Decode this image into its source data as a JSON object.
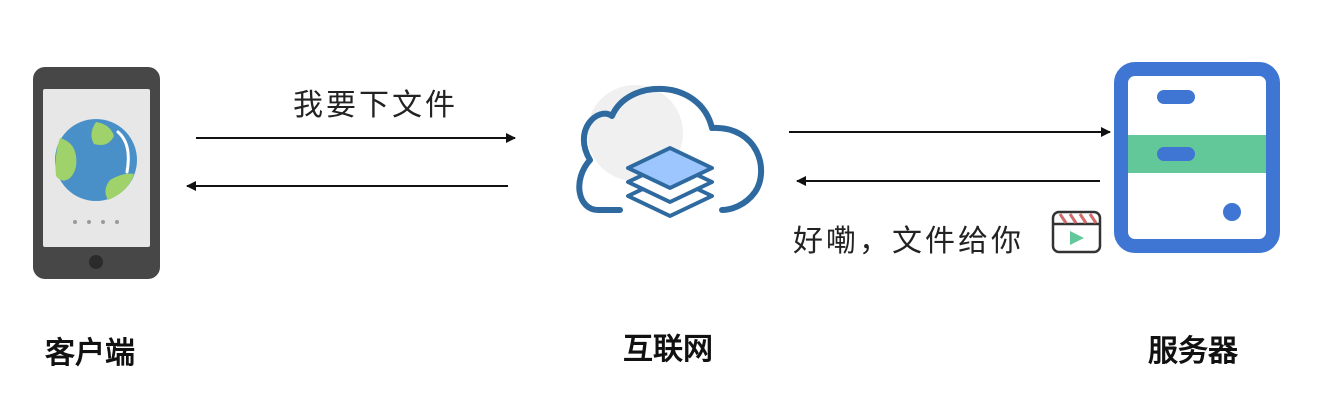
{
  "nodes": {
    "client": {
      "label": "客户端"
    },
    "internet": {
      "label": "互联网"
    },
    "server": {
      "label": "服务器"
    }
  },
  "messages": {
    "request": "我要下文件",
    "response": "好嘞，文件给你"
  },
  "icons": {
    "client": "smartphone-globe-icon",
    "internet": "cloud-layers-icon",
    "server": "server-icon",
    "attachment": "video-clapper-icon"
  },
  "colors": {
    "server_blue": "#3f76d3",
    "server_green": "#62c89a",
    "cloud_blue": "#2e6aa0",
    "layer_fill": "#9dc6ff",
    "phone_body": "#474747",
    "globe_blue": "#4a90c8",
    "globe_green": "#9fd26b",
    "arrow": "#111111"
  }
}
